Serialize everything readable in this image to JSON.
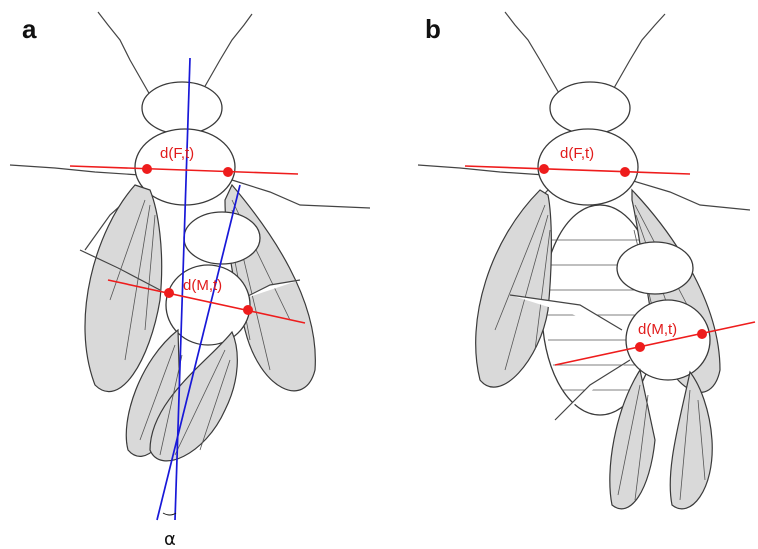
{
  "panels": [
    {
      "label": "a",
      "female_width_label": "d(F,t)",
      "male_width_label": "d(M,t)",
      "angle_label": "α"
    },
    {
      "label": "b",
      "female_width_label": "d(F,t)",
      "male_width_label": "d(M,t)"
    }
  ],
  "colors": {
    "measurement": "#ee1c1c",
    "axis": "#1818d8",
    "wing_fill": "#d9d9d9",
    "outline": "#3a3a3a"
  }
}
